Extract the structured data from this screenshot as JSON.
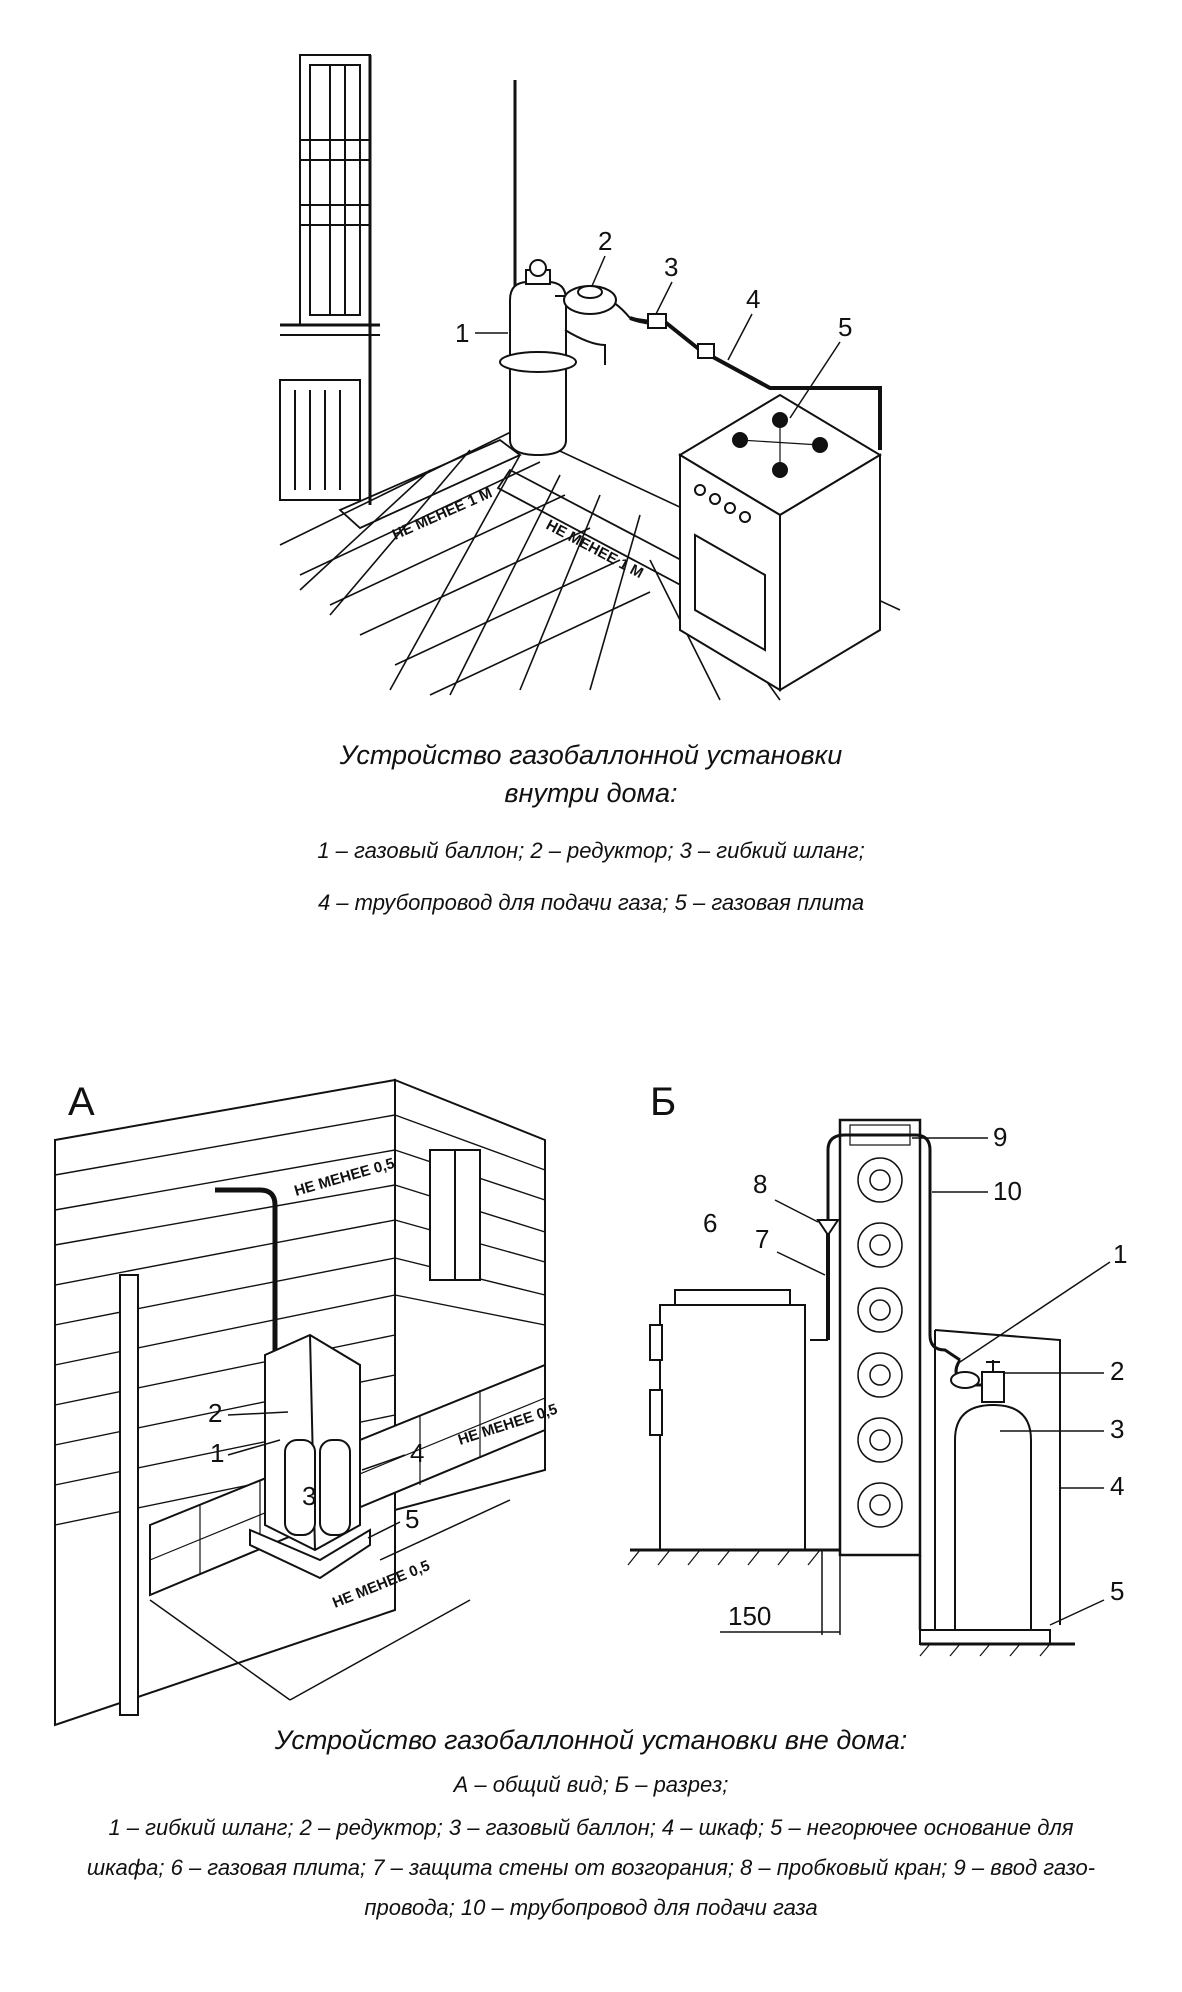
{
  "figure1": {
    "labels": {
      "n1": "1",
      "n2": "2",
      "n3": "3",
      "n4": "4",
      "n5": "5",
      "dist_a": "НЕ МЕНЕЕ 1 М",
      "dist_b": "НЕ МЕНЕЕ 1 М"
    },
    "caption": {
      "title_line1": "Устройство газобаллонной установки",
      "title_line2": "внутри дома:",
      "legend_line1": "1 – газовый баллон; 2 – редуктор; 3 – гибкий шланг;",
      "legend_line2": "4 – трубопровод для подачи газа; 5 – газовая плита"
    }
  },
  "figure2": {
    "panel_a": {
      "letter": "А",
      "labels": {
        "n1": "1",
        "n2": "2",
        "n3": "3",
        "n4": "4",
        "n5": "5",
        "dist_top": "НЕ МЕНЕЕ 0,5",
        "dist_mid": "НЕ МЕНЕЕ 0,5",
        "dist_bottom": "НЕ МЕНЕЕ 0,5"
      }
    },
    "panel_b": {
      "letter": "Б",
      "labels": {
        "n1": "1",
        "n2": "2",
        "n3": "3",
        "n4": "4",
        "n5": "5",
        "n6": "6",
        "n7": "7",
        "n8": "8",
        "n9": "9",
        "n10": "10",
        "dim150": "150"
      }
    },
    "caption": {
      "title": "Устройство газобаллонной установки вне дома:",
      "legend_line1": "А – общий вид; Б – разрез;",
      "legend_line2": "1 – гибкий шланг; 2 – редуктор; 3 – газовый баллон; 4 – шкаф; 5 – негорючее основание для",
      "legend_line3": "шкафа; 6 – газовая плита; 7 – защита стены от возгорания; 8 – пробковый кран; 9 – ввод газо-",
      "legend_line4": "провода; 10 – трубопровод для подачи газа"
    }
  }
}
